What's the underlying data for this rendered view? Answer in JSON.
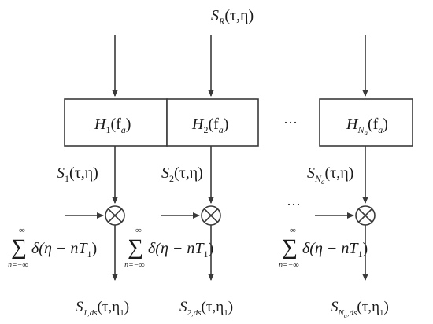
{
  "input_signal": {
    "base": "S",
    "sub": "R",
    "args": "(τ,η)"
  },
  "filters": [
    {
      "base": "H",
      "sub": "1",
      "subsub": "",
      "args": "(f",
      "args_sub": "a",
      "args_close": ")"
    },
    {
      "base": "H",
      "sub": "2",
      "subsub": "",
      "args": "(f",
      "args_sub": "a",
      "args_close": ")"
    },
    {
      "base": "H",
      "sub": "N",
      "subsub": "a",
      "args": "(f",
      "args_sub": "a",
      "args_close": ")"
    }
  ],
  "filter_outputs": [
    {
      "base": "S",
      "sub": "1",
      "subsub": "",
      "args": "(τ,η)"
    },
    {
      "base": "S",
      "sub": "2",
      "subsub": "",
      "args": "(τ,η)"
    },
    {
      "base": "S",
      "sub": "N",
      "subsub": "a",
      "args": "(τ,η)"
    }
  ],
  "sampling_term": {
    "sum_top": "∞",
    "sum_symbol": "∑",
    "sum_bottom": "n=−∞",
    "expr": "δ(η − nT",
    "expr_sub": "1",
    "expr_close": ")"
  },
  "multiplier_symbol": "⊗",
  "final_outputs": [
    {
      "base": "S",
      "sub": "1,ds",
      "args": "(τ,η",
      "args_sub": "1",
      "args_close": ")"
    },
    {
      "base": "S",
      "sub": "2,ds",
      "args": "(τ,η",
      "args_sub": "1",
      "args_close": ")"
    },
    {
      "base": "S",
      "sub": "N",
      "subsub": "a",
      "sub_rest": ",ds",
      "args": "(τ,η",
      "args_sub": "1",
      "args_close": ")"
    }
  ],
  "ellipsis": [
    "···",
    "···"
  ]
}
